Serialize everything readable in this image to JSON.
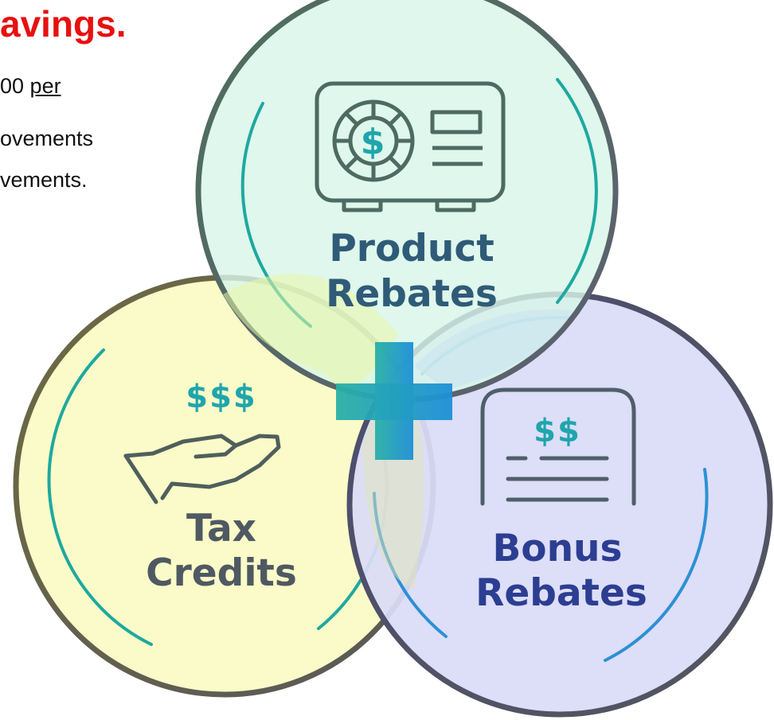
{
  "headline": "avings.",
  "body_lines": {
    "line1_pre": "00 ",
    "line1_underlined": "per",
    "line2": "ovements",
    "line3": "vements."
  },
  "diagram": {
    "product": {
      "line1": "Product",
      "line2": "Rebates",
      "icon": "safe-dollar-icon"
    },
    "tax": {
      "symbol": "$$$",
      "line1": "Tax",
      "line2": "Credits",
      "icon": "hand-icon"
    },
    "bonus": {
      "symbol": "$$",
      "line1": "Bonus",
      "line2": "Rebates",
      "icon": "document-icon"
    },
    "plus_icon": "plus-icon"
  },
  "colors": {
    "headline": "#e81010",
    "product_fill": "#d8f5e8",
    "tax_fill": "#fafbc8",
    "bonus_fill": "#dadcf7",
    "product_label": "#2f5b78",
    "tax_label": "#4f5962",
    "bonus_label": "#2c3e91",
    "dollar_teal": "#1fa5ad",
    "arc_teal": "#1fa8a0",
    "arc_blue": "#2d90d4"
  }
}
